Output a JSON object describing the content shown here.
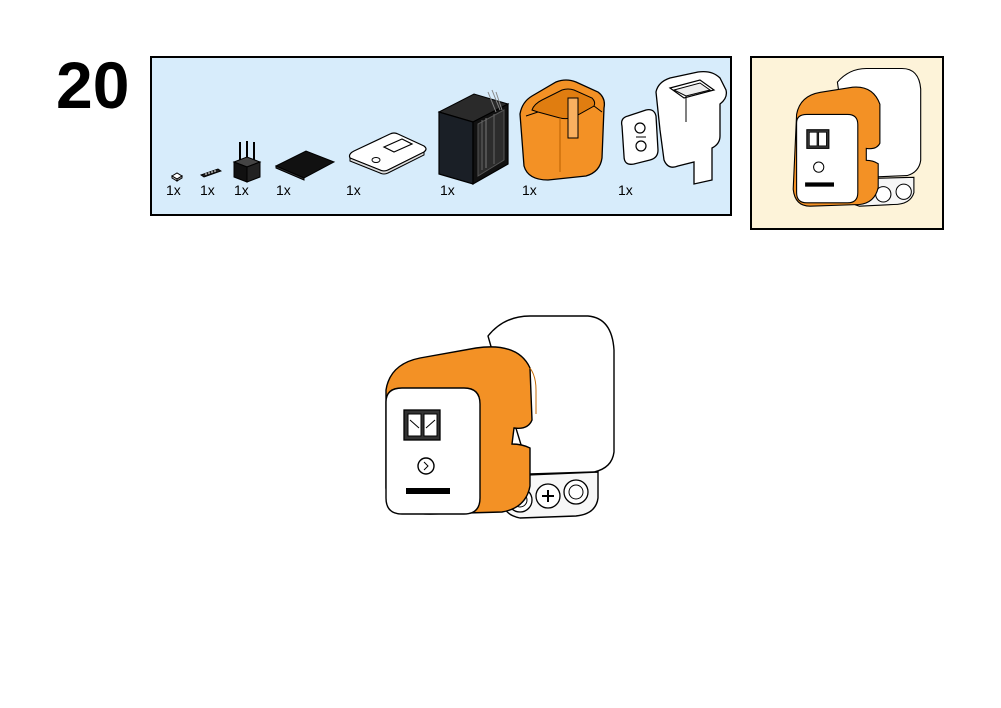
{
  "step": {
    "number": "20"
  },
  "parts": [
    {
      "name": "small-button",
      "qty": "1x"
    },
    {
      "name": "pin-header",
      "qty": "1x"
    },
    {
      "name": "connector-pins",
      "qty": "1x"
    },
    {
      "name": "black-pad",
      "qty": "1x"
    },
    {
      "name": "white-plate",
      "qty": "1x"
    },
    {
      "name": "black-frame",
      "qty": "1x"
    },
    {
      "name": "orange-shell",
      "qty": "1x"
    },
    {
      "name": "white-housing",
      "qty": "1x"
    }
  ],
  "colors": {
    "panel_blue": "#d7ecfb",
    "panel_cream": "#fdf3d9",
    "orange": "#f39125"
  }
}
